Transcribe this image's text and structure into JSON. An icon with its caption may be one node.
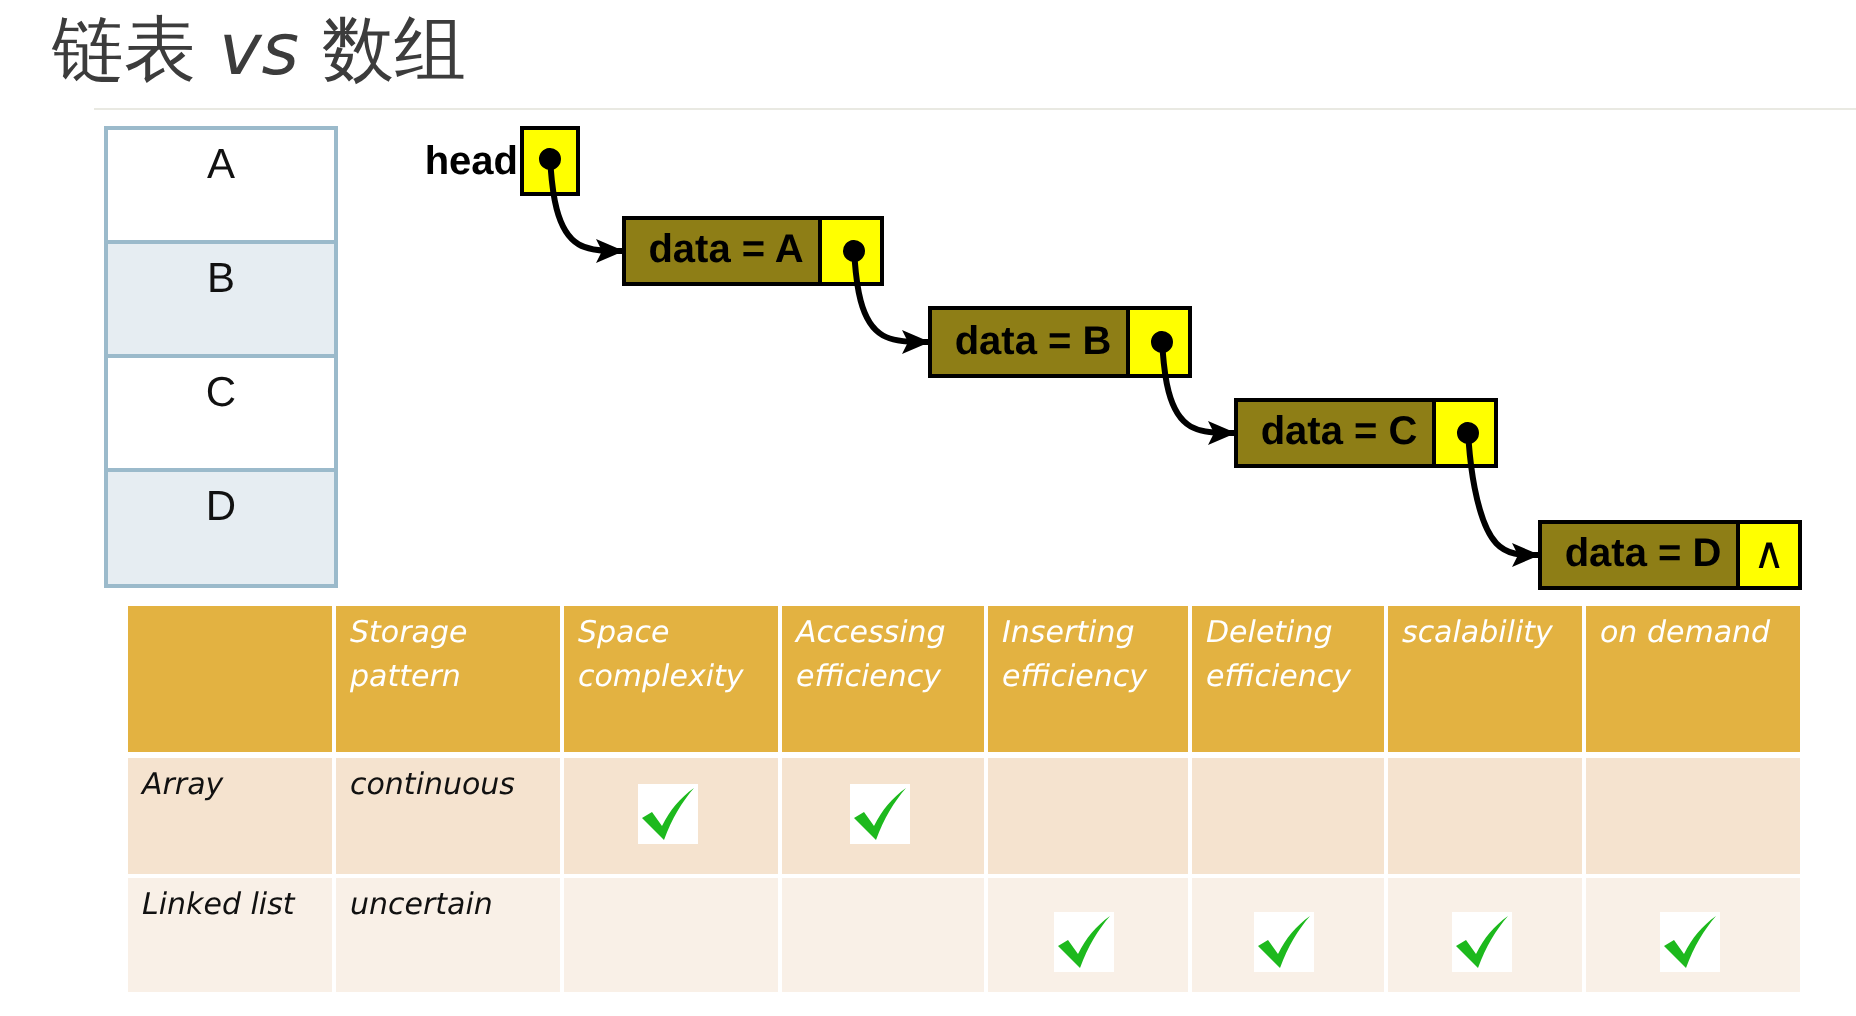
{
  "diagram": {
    "title": "链表 *vs* 数组",
    "nodes": [
      {
        "text": [
          "A"
        ]
      },
      {
        "text": [
          "B"
        ]
      },
      {
        "text": [
          "C"
        ]
      },
      {
        "text": [
          "D"
        ]
      },
      {
        "text": [],
        "shape": "box",
        "beside": [
          "head"
        ]
      },
      {
        "text": [
          "data = A"
        ]
      },
      {
        "text": [
          "data = B"
        ]
      },
      {
        "text": [
          "data = C"
        ]
      },
      {
        "text": [
          "data = D",
          "∧"
        ]
      }
    ],
    "edges": [
      {
        "from": 4,
        "to": 5,
        "arrow": "to"
      },
      {
        "from": 5,
        "to": 6,
        "arrow": "to"
      },
      {
        "from": 6,
        "to": 7,
        "arrow": "to"
      },
      {
        "from": 7,
        "to": 8,
        "arrow": "to"
      }
    ],
    "labels": [
      "Storage pattern",
      "Space complexity",
      "Accessing efficiency",
      "Inserting efficiency",
      "Deleting efficiency",
      "scalability",
      "on demand",
      "Array",
      "continuous",
      "Linked list",
      "uncertain"
    ]
  }
}
